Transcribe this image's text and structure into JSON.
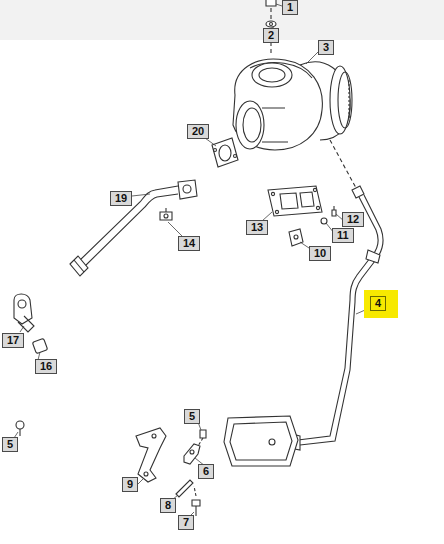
{
  "diagram": {
    "labels": [
      "1",
      "2",
      "3",
      "20",
      "19",
      "13",
      "14",
      "12",
      "11",
      "10",
      "4",
      "17",
      "16",
      "5",
      "5",
      "6",
      "9",
      "8",
      "7"
    ]
  }
}
